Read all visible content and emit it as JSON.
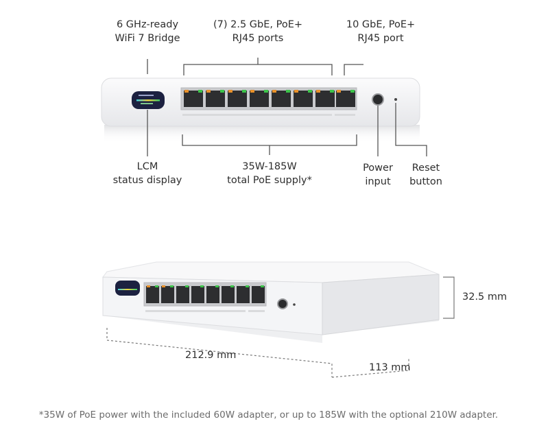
{
  "top_labels": {
    "wifi_bridge": [
      "6 GHz-ready",
      "WiFi 7 Bridge"
    ],
    "ports_25": [
      "(7) 2.5 GbE, PoE+",
      "RJ45 ports"
    ],
    "ports_10": [
      "10 GbE, PoE+",
      "RJ45 port"
    ]
  },
  "bottom_labels": {
    "lcm": [
      "LCM",
      "status display"
    ],
    "poe": [
      "35W-185W",
      "total PoE supply*"
    ],
    "power": [
      "Power",
      "input"
    ],
    "reset": [
      "Reset",
      "button"
    ]
  },
  "dimensions": {
    "height": "32.5 mm",
    "width": "212.9 mm",
    "depth": "113 mm"
  },
  "footnote": "*35W of PoE power with the included 60W adapter, or up to 185W with the optional 210W adapter.",
  "colors": {
    "text": "#2e2e2e",
    "footnote": "#6b6b6b",
    "callout_line": "#555555",
    "device_body": "#f3f4f6",
    "port_led_orange": "#e8912a",
    "port_led_green": "#3cc44a"
  }
}
